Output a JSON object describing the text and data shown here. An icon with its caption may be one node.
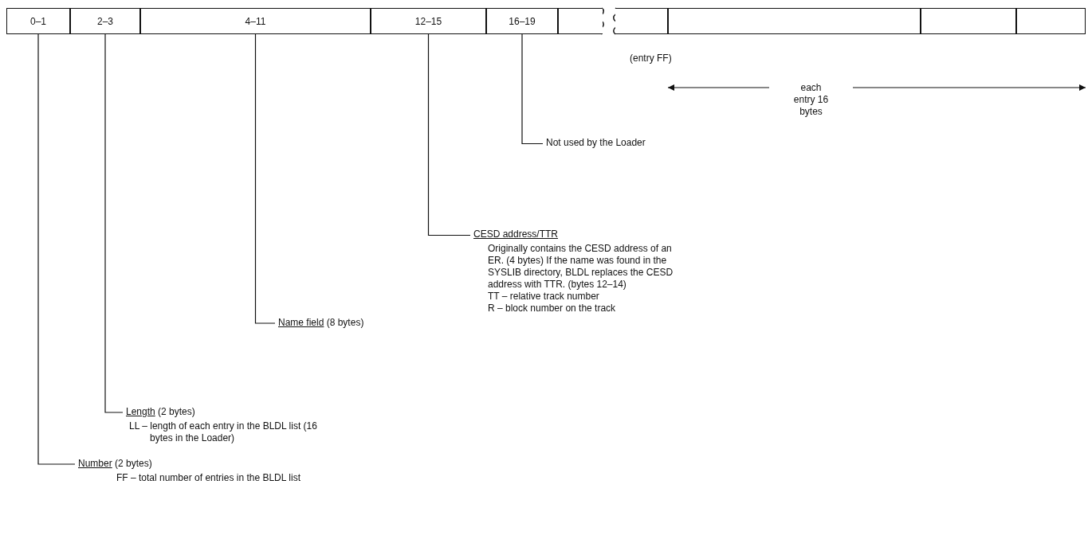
{
  "diagram": {
    "nodes": [
      {
        "text": [
          "0–1"
        ]
      },
      {
        "text": [
          "2–3"
        ]
      },
      {
        "text": [
          "4–11"
        ]
      },
      {
        "text": [
          "12–15"
        ]
      },
      {
        "text": [
          "16–19"
        ]
      },
      {
        "text": [],
        "shape": "box"
      },
      {
        "text": [],
        "shape": "box"
      },
      {
        "text": [],
        "shape": "box"
      },
      {
        "text": [],
        "shape": "box"
      },
      {
        "text": [],
        "shape": "box"
      },
      {
        "text": [
          "Not used by the Loader"
        ]
      },
      {
        "text": [
          "CESD address/TTR",
          "Originally contains the CESD address of an ER. (4 bytes) If the name was found in the SYSLIB directory, BLDL replaces the CESD address with TTR. (bytes 12–14)",
          "TT – relative track number",
          "R – block number on the track"
        ]
      },
      {
        "text": [
          "Name field",
          "(8 bytes)"
        ]
      },
      {
        "text": [
          "Length",
          "(2 bytes)",
          "LL – length of each entry in the BLDL list (16 bytes in the Loader)"
        ]
      },
      {
        "text": [
          "Number",
          "(2 bytes)",
          "FF – total number of entries in the BLDL list"
        ]
      }
    ],
    "edges": [
      {
        "from": 10,
        "to": 4,
        "arrow": "none"
      },
      {
        "from": 11,
        "to": 3,
        "arrow": "none"
      },
      {
        "from": 12,
        "to": 2,
        "arrow": "none"
      },
      {
        "from": 13,
        "to": 1,
        "arrow": "none"
      },
      {
        "from": 14,
        "to": 0,
        "arrow": "none"
      }
    ],
    "labels": [
      "(entry FF)",
      "each entry 16 bytes"
    ]
  }
}
